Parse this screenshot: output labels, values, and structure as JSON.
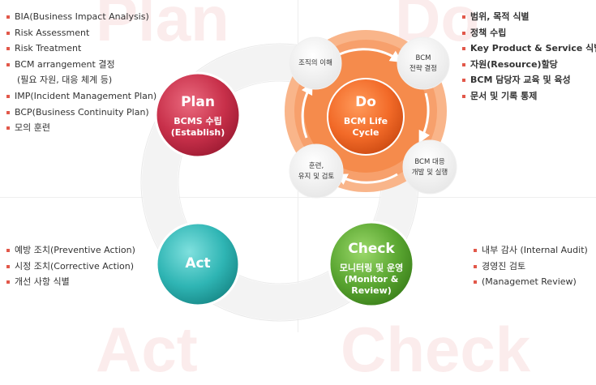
{
  "background_words": {
    "plan": "Plan",
    "do": "Do",
    "act": "Act",
    "check": "Check"
  },
  "plan_list": {
    "items": [
      "BIA(Business Impact Analysis)",
      "Risk Assessment",
      "Risk Treatment",
      "BCM arrangement 결정",
      "(필요 자원, 대응 체계 등)",
      "IMP(Incident Management Plan)",
      "BCP(Business Continuity Plan)",
      "모의 훈련"
    ]
  },
  "do_list": {
    "items": [
      "범위, 목적 식별",
      "정책 수립",
      "Key Product & Service 식별",
      "자원(Resource)할당",
      "BCM 담당자 교육 및 육성",
      "문서 및 기록 통제"
    ]
  },
  "act_list": {
    "items": [
      "예방 조치(Preventive Action)",
      "시정 조치(Corrective Action)",
      "개선 사항 식별"
    ]
  },
  "check_list": {
    "items": [
      "내부 감사 (Internal Audit)",
      "경영진 검토",
      "(Managemet Review)"
    ]
  },
  "plan_circle": {
    "title": "Plan",
    "sub1": "BCMS 수립",
    "sub2": "(Establish)"
  },
  "do_circle": {
    "title": "Do",
    "sub1": "BCM Life",
    "sub2": "Cycle"
  },
  "act_circle": {
    "title": "Act"
  },
  "check_circle": {
    "title": "Check",
    "sub1": "모니터링 및 운영",
    "sub2": "(Monitor &",
    "sub3": "Review)"
  },
  "do_cycle": {
    "step1": "조직의 이해",
    "step2_l1": "BCM",
    "step2_l2": "전략 결정",
    "step3_l1": "BCM 대응",
    "step3_l2": "개발 및 실행",
    "step4_l1": "훈련,",
    "step4_l2": "유지 및 검토"
  },
  "colors": {
    "plan": "#c8304a",
    "do": "#f26a28",
    "act": "#2fb5b4",
    "check": "#5aa631",
    "bullet": "#e2584a",
    "ring": "#f3f3f3"
  }
}
